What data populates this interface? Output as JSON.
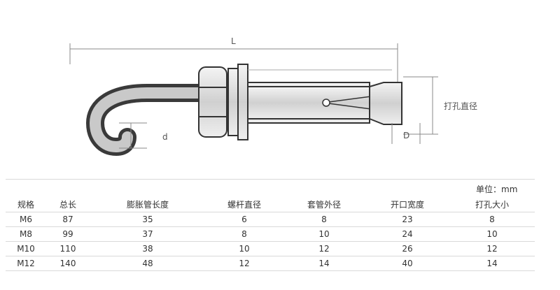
{
  "drawing": {
    "length_label": "L",
    "thread_label": "d",
    "diameter_label": "D",
    "hole_label": "打孔直径"
  },
  "table": {
    "unit": "单位：mm",
    "headers": [
      "规格",
      "总长",
      "膨胀管长度",
      "螺杆直径",
      "套管外径",
      "开口宽度",
      "打孔大小"
    ],
    "rows": [
      [
        "M6",
        "87",
        "35",
        "6",
        "8",
        "23",
        "8"
      ],
      [
        "M8",
        "99",
        "37",
        "8",
        "10",
        "24",
        "10"
      ],
      [
        "M10",
        "110",
        "38",
        "10",
        "12",
        "26",
        "12"
      ],
      [
        "M12",
        "140",
        "48",
        "12",
        "14",
        "40",
        "14"
      ]
    ]
  }
}
